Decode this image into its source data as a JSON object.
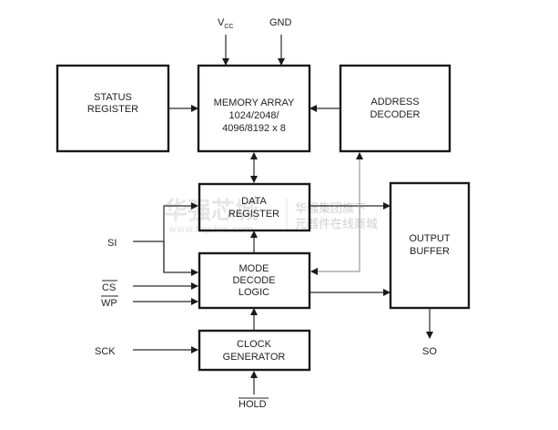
{
  "blocks": {
    "status_register": [
      "STATUS",
      "REGISTER"
    ],
    "memory_array": [
      "MEMORY ARRAY",
      "1024/2048/",
      "4096/8192 x 8"
    ],
    "address_decoder": [
      "ADDRESS",
      "DECODER"
    ],
    "data_register": [
      "DATA",
      "REGISTER"
    ],
    "mode_decode_logic": [
      "MODE",
      "DECODE",
      "LOGIC"
    ],
    "clock_generator": [
      "CLOCK",
      "GENERATOR"
    ],
    "output_buffer": [
      "OUTPUT",
      "BUFFER"
    ]
  },
  "pins": {
    "vcc": "V",
    "vcc_sub": "CC",
    "gnd": "GND",
    "si": "SI",
    "cs": "CS",
    "wp": "WP",
    "sck": "SCK",
    "hold": "HOLD",
    "so": "SO"
  },
  "watermark": {
    "logo": "华强芯城",
    "line1": "华强集团旗下",
    "line2": "元器件在线商城",
    "url": "www.hqchip.com"
  }
}
